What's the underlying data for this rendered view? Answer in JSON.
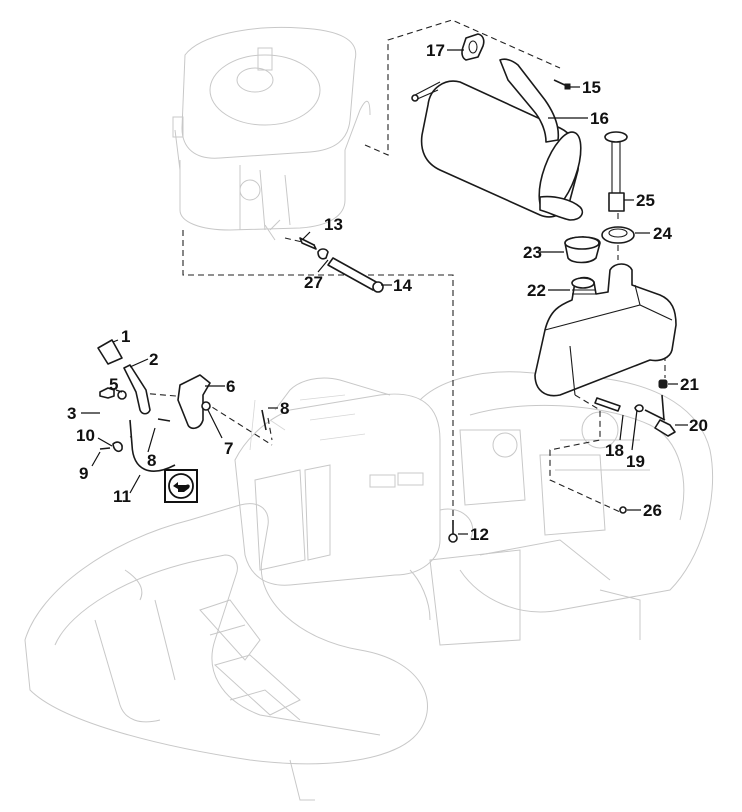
{
  "diagram": {
    "type": "exploded-parts-view",
    "subject": "ride-on mower chassis with engine, exhaust and fuel system",
    "colors": {
      "part_outline": "#1a1a1a",
      "ghost_outline": "#c8c8c8",
      "background": "#ffffff"
    },
    "callouts": [
      {
        "id": "1",
        "label": "1",
        "part": "throttle-grip"
      },
      {
        "id": "2",
        "label": "2",
        "part": "throttle-lever"
      },
      {
        "id": "3",
        "label": "3",
        "part": "bolt"
      },
      {
        "id": "5",
        "label": "5",
        "part": "washer"
      },
      {
        "id": "6",
        "label": "6",
        "part": "lever-bracket"
      },
      {
        "id": "7",
        "label": "7",
        "part": "nut"
      },
      {
        "id": "8a",
        "label": "8",
        "part": "screw"
      },
      {
        "id": "8b",
        "label": "8",
        "part": "screw"
      },
      {
        "id": "9",
        "label": "9",
        "part": "screw"
      },
      {
        "id": "10",
        "label": "10",
        "part": "cable-clamp"
      },
      {
        "id": "11",
        "label": "11",
        "part": "throttle-cable"
      },
      {
        "id": "12",
        "label": "12",
        "part": "engine-bolt"
      },
      {
        "id": "13",
        "label": "13",
        "part": "fuel-fitting"
      },
      {
        "id": "14",
        "label": "14",
        "part": "fuel-hose"
      },
      {
        "id": "15",
        "label": "15",
        "part": "exhaust-bolt"
      },
      {
        "id": "16",
        "label": "16",
        "part": "muffler"
      },
      {
        "id": "17",
        "label": "17",
        "part": "exhaust-gasket"
      },
      {
        "id": "18",
        "label": "18",
        "part": "hose"
      },
      {
        "id": "19",
        "label": "19",
        "part": "hose-clamp"
      },
      {
        "id": "20",
        "label": "20",
        "part": "fuel-tap"
      },
      {
        "id": "21",
        "label": "21",
        "part": "nut"
      },
      {
        "id": "22",
        "label": "22",
        "part": "fuel-tank"
      },
      {
        "id": "23",
        "label": "23",
        "part": "fuel-cap"
      },
      {
        "id": "24",
        "label": "24",
        "part": "gasket-ring"
      },
      {
        "id": "25",
        "label": "25",
        "part": "fuel-gauge"
      },
      {
        "id": "26",
        "label": "26",
        "part": "screw"
      },
      {
        "id": "27",
        "label": "27",
        "part": "hose-clamp"
      }
    ],
    "symbol": {
      "name": "throttle-speed-symbol",
      "meaning": "rabbit (fast)"
    }
  }
}
